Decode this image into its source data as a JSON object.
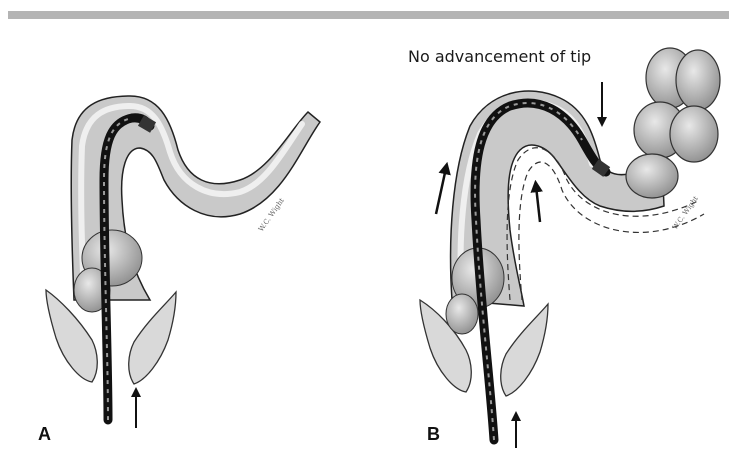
{
  "figure": {
    "panel_a_label": "A",
    "panel_b_label": "B",
    "annotation": "No advancement of tip",
    "signature_a": "W.C. Wight",
    "signature_b": "W.C. Wight"
  },
  "colors": {
    "rule": "#b4b4b4",
    "bowel_fill": "#c9c9c9",
    "bowel_inner": "#e2e2e2",
    "scope": "#111111",
    "outline": "#222222"
  }
}
